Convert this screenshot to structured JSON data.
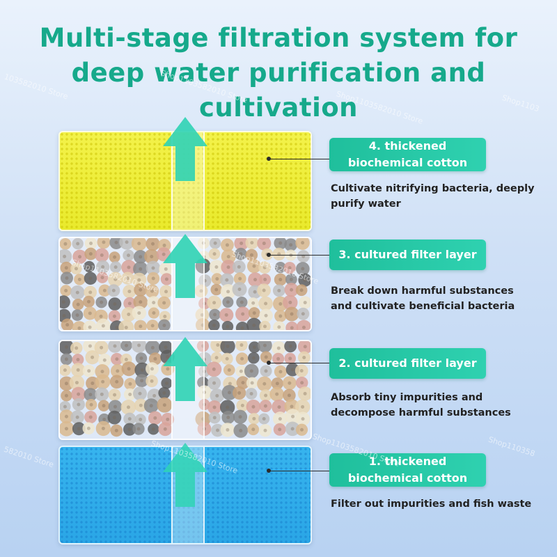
{
  "title": "Multi-stage filtration system for deep water purification and cultivation",
  "stages": [
    {
      "label_line1": "4. thickened",
      "label_line2": "biochemical cotton",
      "description_line1": "Cultivate nitrifying bacteria, deeply",
      "description_line2": "purify water"
    },
    {
      "label_line1": "3. cultured filter layer",
      "description_line1": "Break down harmful substances",
      "description_line2": "and cultivate beneficial bacteria"
    },
    {
      "label_line1": "2. cultured filter layer",
      "description_line1": "Absorb tiny impurities and",
      "description_line2": "decompose harmful substances"
    },
    {
      "label_line1": "1. thickened",
      "label_line2": "biochemical cotton",
      "description_line1": "Filter out impurities and fish waste"
    }
  ],
  "watermarks": [
    "103582010 Store",
    "Shop1103582010 Store",
    "Shop1103582010 Store",
    "Shop1103",
    "Shop1103582010 Store",
    "Shop1103582010 Store",
    "582010 Store",
    "Shop1103582010 Store",
    "Shop1103582010 Store",
    "Shop110358"
  ],
  "colors": {
    "title": "#16a98b",
    "label_bg": "#1fbf9c",
    "arrow": "#2fd3b4",
    "sponge_top": "#f3f24a",
    "sponge_bottom": "#37b4ee"
  }
}
